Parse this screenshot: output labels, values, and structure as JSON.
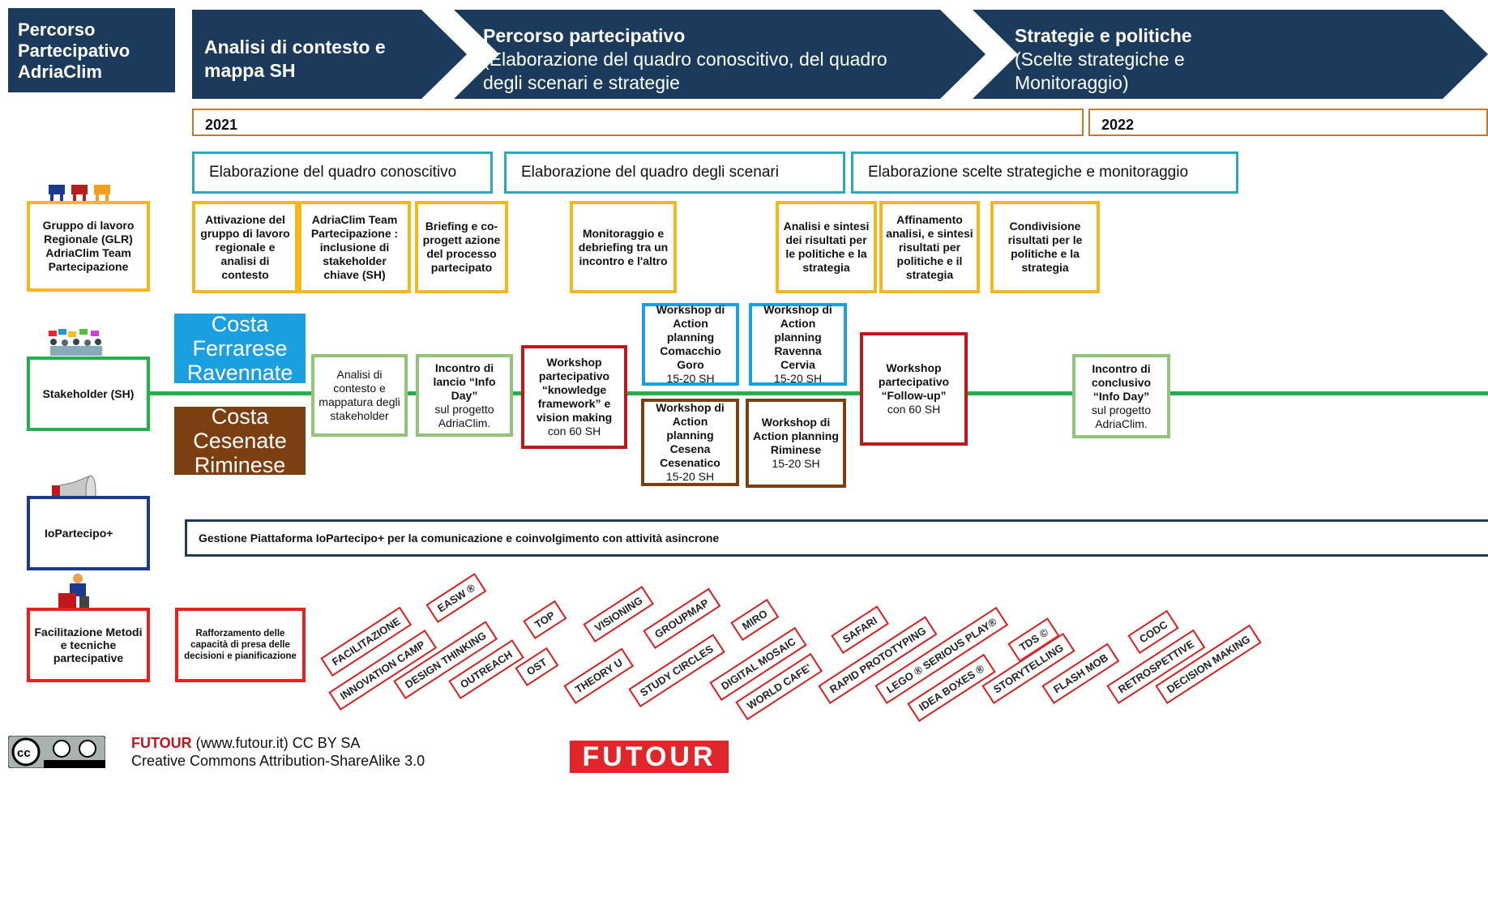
{
  "title_box": "Percorso Partecipativo AdriaClim",
  "header": [
    {
      "title": "Analisi di contesto e mappa SH",
      "subtitle": ""
    },
    {
      "title": "Percorso partecipativo",
      "subtitle": "(Elaborazione del quadro conoscitivo, del quadro degli scenari e strategie"
    },
    {
      "title": "Strategie e politiche",
      "subtitle": "(Scelte strategiche e Monitoraggio)"
    }
  ],
  "years": [
    "2021",
    "2022"
  ],
  "phases": [
    "Elaborazione del quadro conoscitivo",
    "Elaborazione del quadro degli scenari",
    "Elaborazione scelte strategiche e monitoraggio"
  ],
  "rows": {
    "glr": "Gruppo di lavoro Regionale (GLR) AdriaClim Team Partecipazione",
    "sh": "Stakeholder (SH)",
    "iop": "IoPartecipo+",
    "fac": "Facilitazione Metodi e tecniche partecipative"
  },
  "glr_steps": [
    "Attivazione del gruppo di lavoro regionale e analisi di contesto",
    "AdriaClim Team Partecipazione : inclusione di stakeholder chiave (SH)",
    "Briefing e co-progett azione del processo partecipato",
    "Monitoraggio e debriefing tra un incontro e l'altro",
    "Analisi e sintesi dei risultati per le politiche e la strategia",
    "Affinamento analisi, e sintesi risultati per politiche e il strategia",
    "Condivisione risultati per le politiche e la strategia"
  ],
  "regions": [
    "Costa Ferrarese Ravennate",
    "Costa Cesenate Riminese"
  ],
  "colors": {
    "navy": "#1b3a5c",
    "light_blue": "#1aa0e0",
    "brown": "#7b3f12",
    "green": "#21b04b",
    "red": "#c0171c",
    "yellow": "#f5b81c"
  },
  "sh_steps": {
    "analisi": "Analisi di contesto e mappatura degli stakeholder",
    "lancio_b": "Incontro di lancio “Info Day”",
    "lancio_n": "sul progetto AdriaClim.",
    "ws_know_b": "Workshop partecipativo “knowledge framework” e vision making",
    "ws_know_n": "con 60 SH",
    "ws_comacchio_b": "Workshop di Action planning Comacchio Goro",
    "ws_comacchio_n": "15-20 SH",
    "ws_ravenna_b": "Workshop di Action planning Ravenna Cervia",
    "ws_ravenna_n": "15-20 SH",
    "ws_cesena_b": "Workshop di Action planning Cesena Cesenatico",
    "ws_cesena_n": "15-20 SH",
    "ws_rimini_b": "Workshop di Action planning Riminese",
    "ws_rimini_n": "15-20 SH",
    "ws_follow_b": "Workshop partecipativo “Follow-up”",
    "ws_follow_n": "con 60 SH",
    "concl_b": "Incontro di conclusivo “Info Day”",
    "concl_n": "sul progetto AdriaClim."
  },
  "iop_text": "Gestione Piattaforma IoPartecipo+  per la comunicazione e coinvolgimento con attività asincrone",
  "fac_box": "Rafforzamento delle capacità di presa delle decisioni e pianificazione",
  "tags": [
    "FACILITAZIONE",
    "INNOVATION CAMP",
    "EASW ®",
    "DESIGN THINKING",
    "OUTREACH",
    "TOP",
    "OST",
    "VISIONING",
    "THEORY U",
    "GROUPMAP",
    "STUDY CIRCLES",
    "MIRO",
    "DIGITAL MOSAIC",
    "WORLD CAFE'",
    "SAFARI",
    "RAPID PROTOTYPING",
    "LEGO ® SERIOUS PLAY®",
    "IDEA BOXES ®",
    "TDS ©",
    "STORYTELLING",
    "FLASH MOB",
    "CODC",
    "RETROSPETTIVE",
    "DECISION MAKING"
  ],
  "footer": {
    "brand": "FUTOUR",
    "line1": " (www.futour.it) CC BY SA",
    "line2": "Creative Commons Attribution-ShareAlike 3.0",
    "logo": "FUTOUR"
  }
}
